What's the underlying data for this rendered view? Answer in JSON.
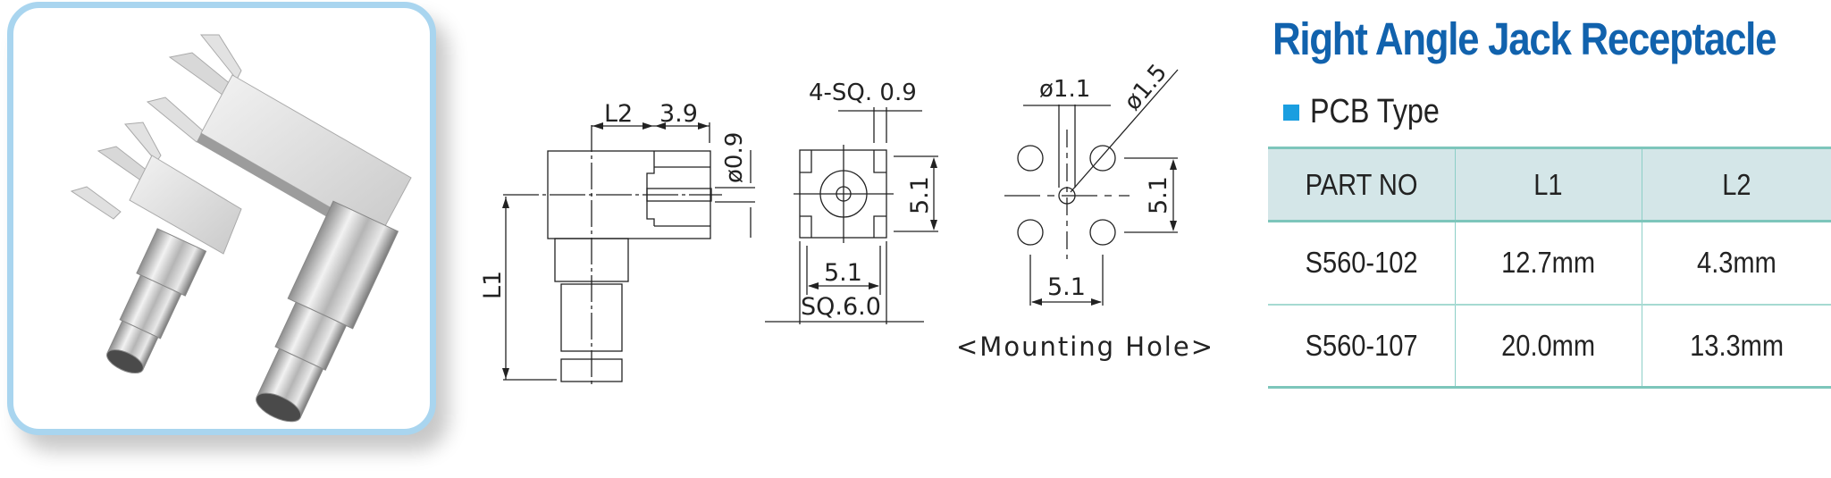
{
  "header": {
    "title": "Right Angle Jack Receptacle",
    "subtitle": "PCB Type"
  },
  "colors": {
    "title": "#1162ad",
    "bullet": "#1a9ee0",
    "table_header_bg": "#d4e6e8",
    "table_border": "#7dc6bb",
    "photo_frame_border": "#a9d5ef"
  },
  "photo": {
    "alt": "Two silver right-angle jack receptacle connectors (short and long variants)"
  },
  "side_view": {
    "dim_l2": "L2",
    "dim_3_9": "3.9",
    "dim_dia_0_9": "ø0.9",
    "dim_l1": "L1"
  },
  "front_view": {
    "dim_4_sq_0_9": "4-SQ. 0.9",
    "dim_5_1_vertical": "5.1",
    "dim_5_1_horizontal": "5.1",
    "dim_sq_6_0": "SQ.6.0"
  },
  "mounting_hole": {
    "dim_dia_1_1": "ø1.1",
    "dim_dia_1_5": "ø1.5",
    "dim_5_1_vertical": "5.1",
    "dim_5_1_horizontal": "5.1",
    "caption": "<Mounting Hole>"
  },
  "table": {
    "headers": [
      "PART NO",
      "L1",
      "L2"
    ],
    "rows": [
      [
        "S560-102",
        "12.7mm",
        "4.3mm"
      ],
      [
        "S560-107",
        "20.0mm",
        "13.3mm"
      ]
    ]
  }
}
